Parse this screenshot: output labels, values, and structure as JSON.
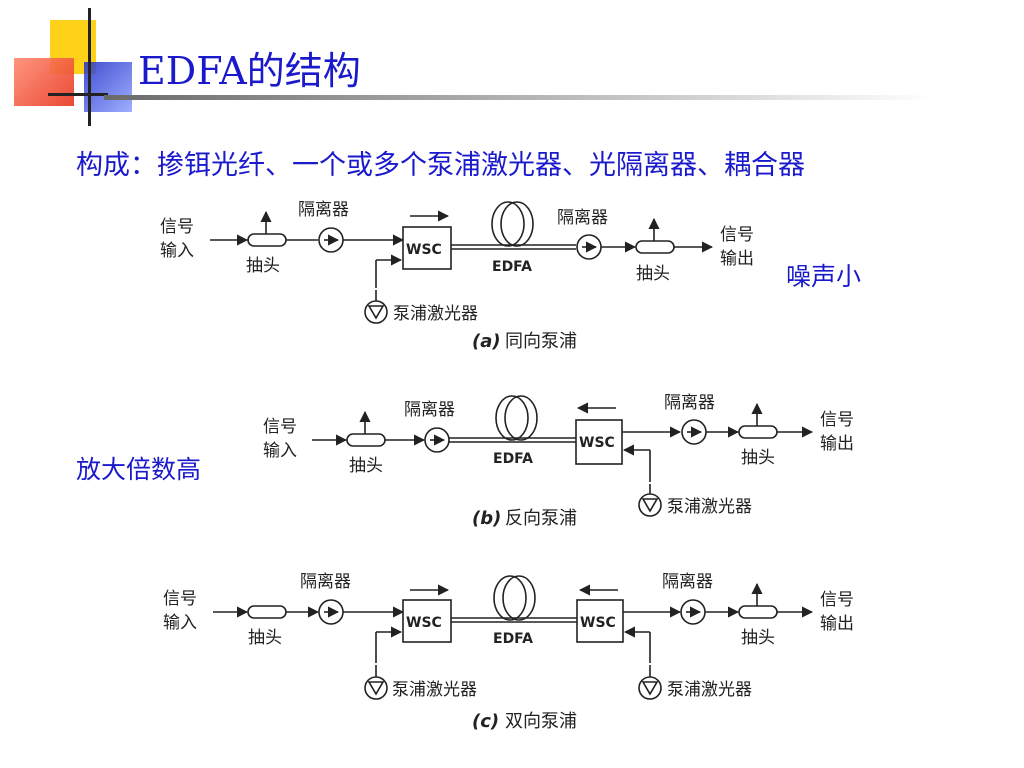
{
  "slide": {
    "title": "EDFA的结构",
    "subtitle": "构成：掺铒光纤、一个或多个泵浦激光器、光隔离器、耦合器",
    "note_low_noise": "噪声小",
    "note_high_gain": "放大倍数高"
  },
  "diagram": {
    "labels": {
      "signal_input_1": "信号",
      "signal_input_2": "输入",
      "signal_output_1": "信号",
      "signal_output_2": "输出",
      "tap": "抽头",
      "isolator": "隔离器",
      "pump_laser": "泵浦激光器",
      "wsc": "WSC",
      "edfa": "EDFA"
    },
    "captions": {
      "a_letter": "(a)",
      "a_text": "同向泵浦",
      "b_letter": "(b)",
      "b_text": "反向泵浦",
      "c_letter": "(c)",
      "c_text": "双向泵浦"
    }
  },
  "colors": {
    "text_accent": "#1a1acc",
    "deco_yellow": "#ffd21a",
    "deco_red": "#f0533a",
    "deco_blue": "#2a3fd6"
  }
}
